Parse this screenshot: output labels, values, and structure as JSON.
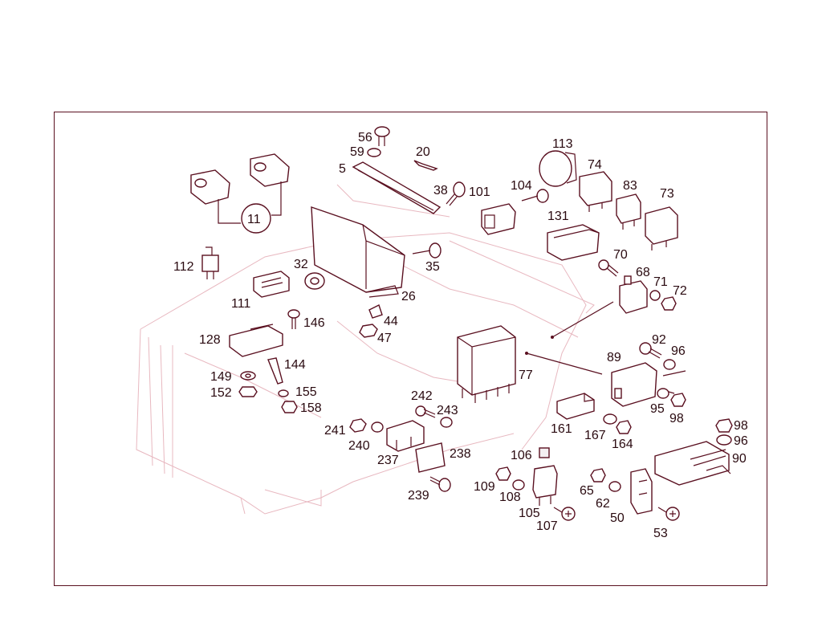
{
  "labels": {
    "p11": "11",
    "p112": "112",
    "p111": "111",
    "p32": "32",
    "p128": "128",
    "p146": "146",
    "p149": "149",
    "p152": "152",
    "p144": "144",
    "p155": "155",
    "p158": "158",
    "p56": "56",
    "p59": "59",
    "p5": "5",
    "p20": "20",
    "p38": "38",
    "p35": "35",
    "p26": "26",
    "p44": "44",
    "p47": "47",
    "p101": "101",
    "p104": "104",
    "p113": "113",
    "p74": "74",
    "p83": "83",
    "p73": "73",
    "p131": "131",
    "p70": "70",
    "p68": "68",
    "p71": "71",
    "p72": "72",
    "p77": "77",
    "p89": "89",
    "p92": "92",
    "p96a": "96",
    "p95": "95",
    "p98a": "98",
    "p161": "161",
    "p167": "167",
    "p164": "164",
    "p242": "242",
    "p243": "243",
    "p241": "241",
    "p240": "240",
    "p237": "237",
    "p238": "238",
    "p239": "239",
    "p106": "106",
    "p109": "109",
    "p108": "108",
    "p105": "105",
    "p107": "107",
    "p65": "65",
    "p62": "62",
    "p50": "50",
    "p53": "53",
    "p98b": "98",
    "p96b": "96",
    "p90": "90"
  }
}
